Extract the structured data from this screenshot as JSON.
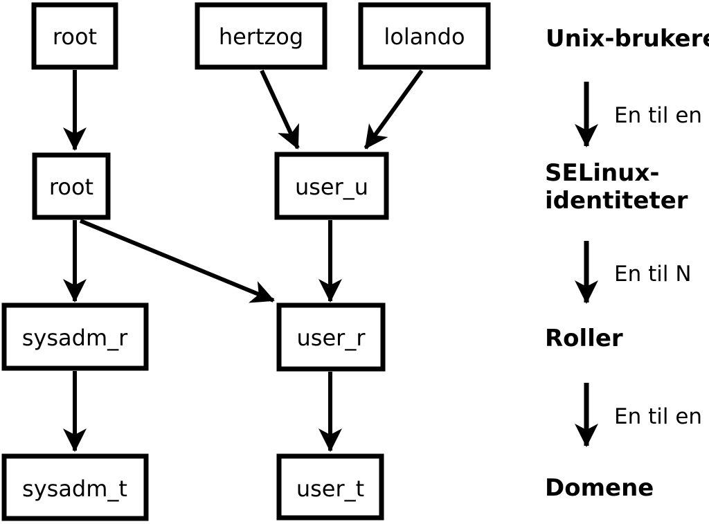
{
  "nodes": {
    "unix_root": "root",
    "unix_hertzog": "hertzog",
    "unix_lolando": "lolando",
    "identity_root": "root",
    "identity_user_u": "user_u",
    "role_sysadm_r": "sysadm_r",
    "role_user_r": "user_r",
    "domain_sysadm_t": "sysadm_t",
    "domain_user_t": "user_t"
  },
  "legend": {
    "unix_users": "Unix-brukere",
    "one_to_one_1": "En til en",
    "selinux_line1": "SELinux-",
    "selinux_line2": "identiteter",
    "one_to_n": "En til N",
    "roles": "Roller",
    "one_to_one_2": "En til en",
    "domains": "Domene"
  },
  "colors": {
    "line": "#000000",
    "box_fill": "#ffffff",
    "background": "#ffffff"
  }
}
